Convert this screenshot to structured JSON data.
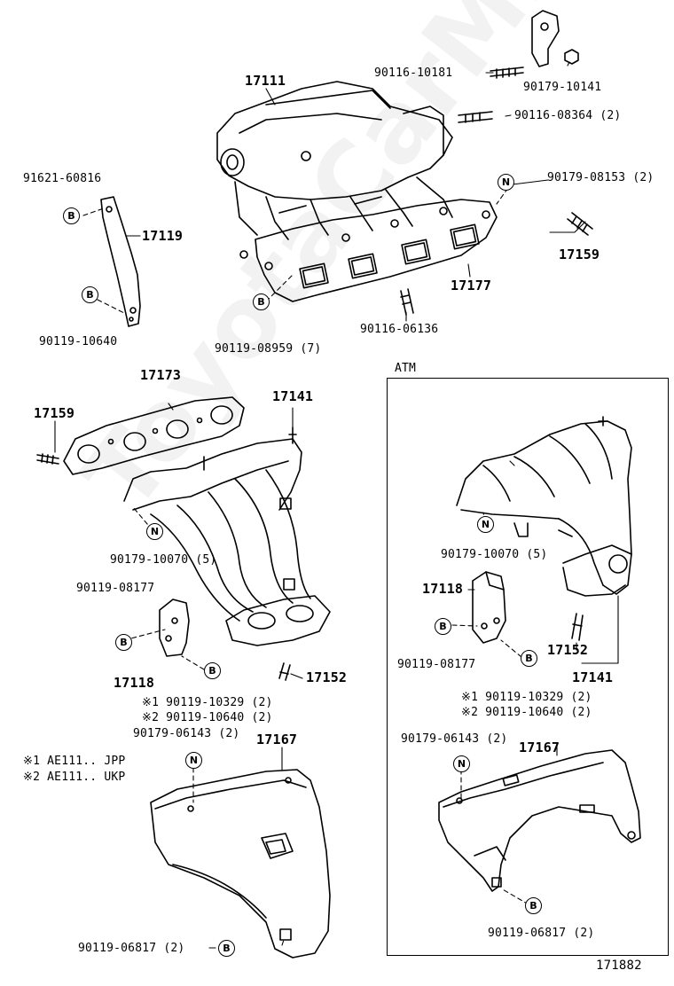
{
  "watermark": "ToyotaCarMine.ru",
  "atm_label": "ATM",
  "diagram_id": "171882",
  "parts": {
    "p17111": "17111",
    "p90116_10181": "90116-10181",
    "p90179_10141": "90179-10141",
    "p90116_08364": "90116-08364 (2)",
    "p90179_08153": "90179-08153 (2)",
    "p91621_60816": "91621-60816",
    "p17119": "17119",
    "p17159_top": "17159",
    "p17177": "17177",
    "p90119_10640_top": "90119-10640",
    "p90119_08959": "90119-08959 (7)",
    "p90116_06136": "90116-06136",
    "p17173": "17173",
    "p17159_mid": "17159",
    "p17141_left": "17141",
    "p90179_10070_left": "90179-10070 (5)",
    "p90119_08177_left": "90119-08177",
    "p17118_left": "17118",
    "p17152_left": "17152",
    "p90119_10329_left": "※1  90119-10329 (2)",
    "p90119_10640_left": "※2  90119-10640 (2)",
    "p90179_06143_left": "90179-06143 (2)",
    "p17167_left": "17167",
    "note1": "※1 AE111.. JPP",
    "note2": "※2 AE111.. UKP",
    "p90119_06817_left": "90119-06817 (2)",
    "p90179_10070_atm": "90179-10070 (5)",
    "p17118_atm": "17118",
    "p90119_08177_atm": "90119-08177",
    "p17152_atm": "17152",
    "p17141_atm": "17141",
    "p90119_10329_atm": "※1 90119-10329 (2)",
    "p90119_10640_atm": "※2 90119-10640 (2)",
    "p90179_06143_atm": "90179-06143 (2)",
    "p17167_atm": "17167",
    "p90119_06817_atm": "90119-06817 (2)"
  },
  "symbols": {
    "n": "N",
    "b": "B"
  }
}
